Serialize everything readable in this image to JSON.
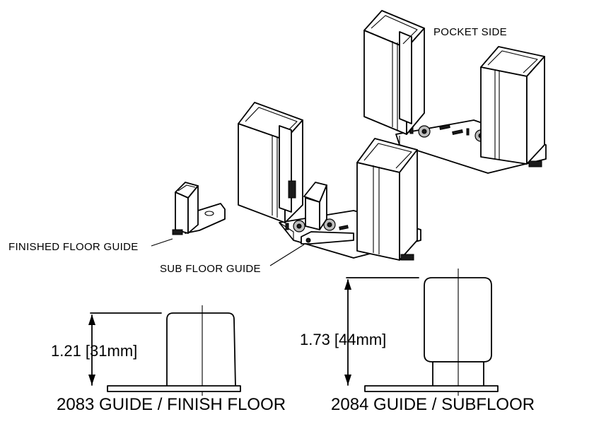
{
  "labels": {
    "pocket_side": "POCKET SIDE",
    "finished_floor_guide": "FINISHED FLOOR GUIDE",
    "sub_floor_guide": "SUB FLOOR GUIDE"
  },
  "guides": [
    {
      "dimension": "1.21 [31mm]",
      "caption": "2083 GUIDE / FINISH FLOOR"
    },
    {
      "dimension": "1.73 [44mm]",
      "caption": "2084 GUIDE / SUBFLOOR"
    }
  ]
}
